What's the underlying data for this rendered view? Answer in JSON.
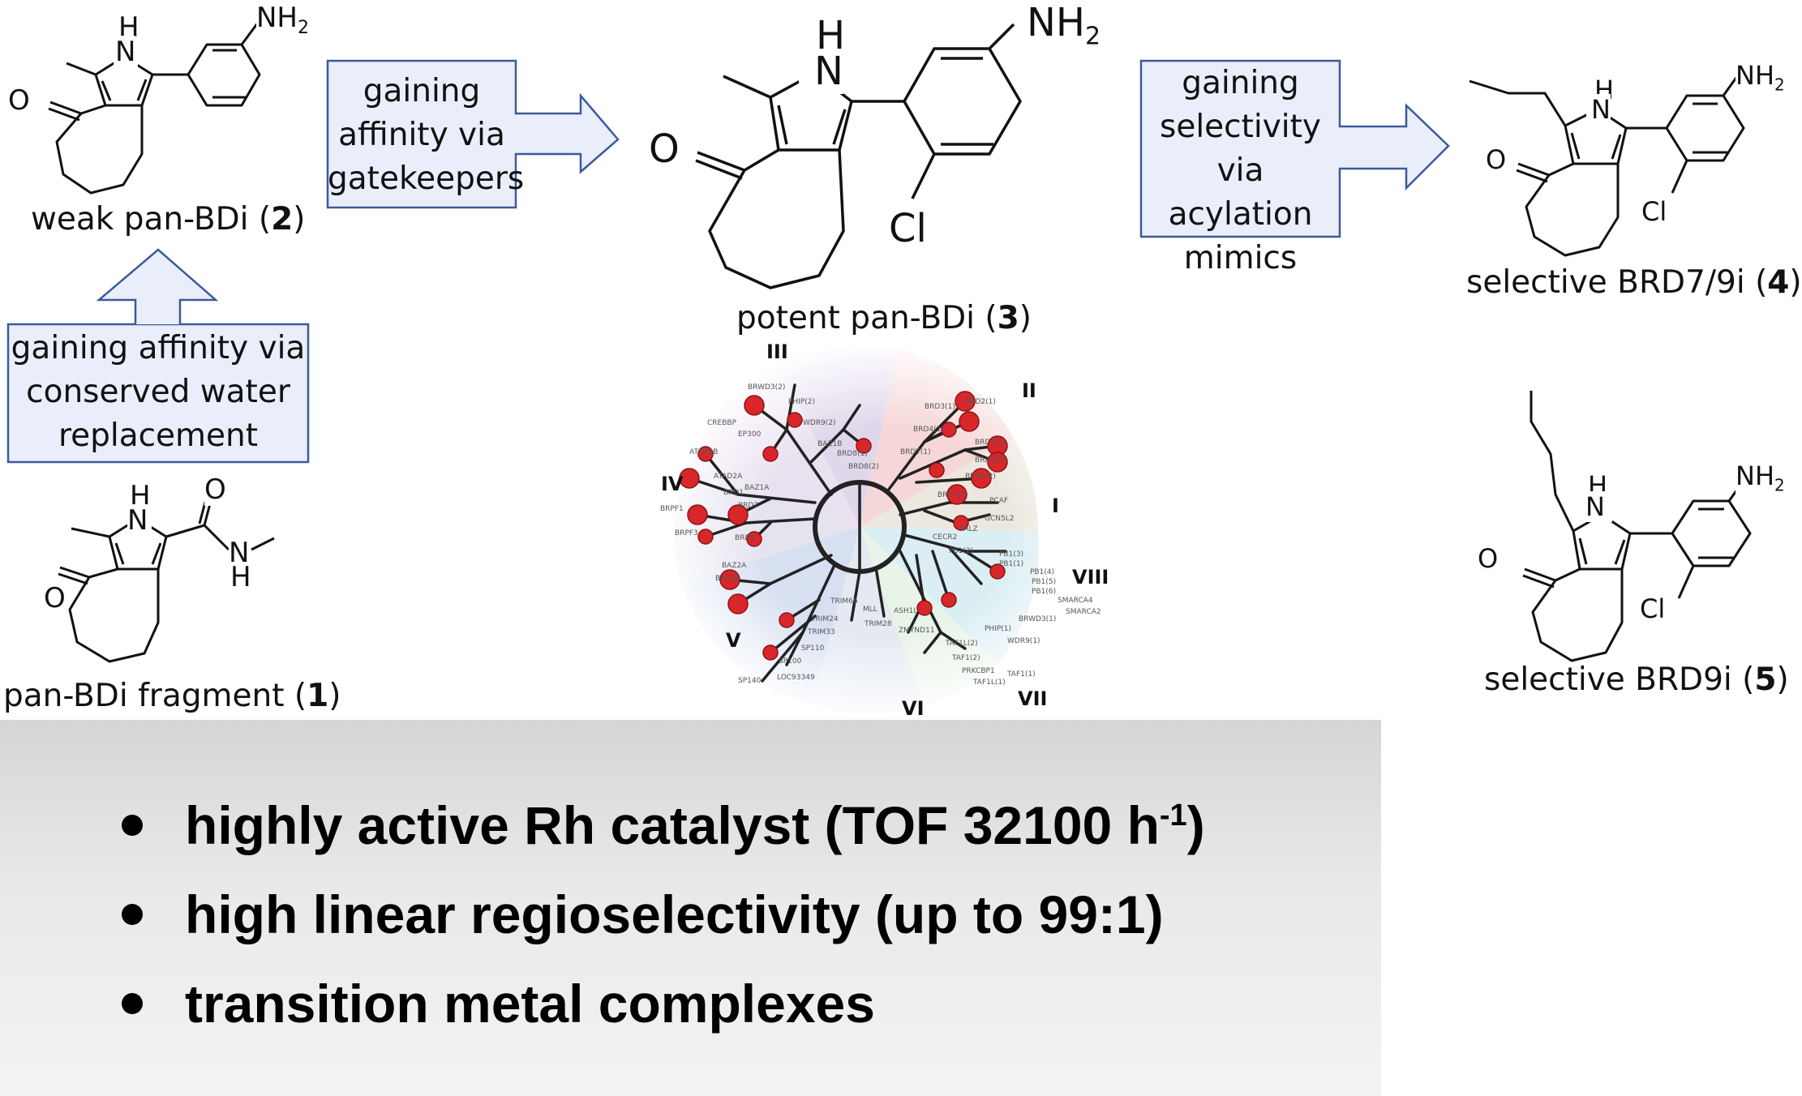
{
  "compounds": {
    "c1": {
      "label_prefix": "pan-BDi fragment (",
      "number": "1",
      "label_suffix": ")"
    },
    "c2": {
      "label_prefix": "weak pan-BDi (",
      "number": "2",
      "label_suffix": ")"
    },
    "c3": {
      "label_prefix": "potent pan-BDi (",
      "number": "3",
      "label_suffix": ")"
    },
    "c4": {
      "label_prefix": "selective BRD7/9i (",
      "number": "4",
      "label_suffix": ")"
    },
    "c5": {
      "label_prefix": "selective BRD9i (",
      "number": "5",
      "label_suffix": ")"
    }
  },
  "atoms": {
    "H": "H",
    "N": "N",
    "O": "O",
    "Cl": "Cl",
    "NH2": "NH",
    "sub2": "2"
  },
  "arrows": {
    "water": [
      "gaining affinity via",
      "conserved water",
      "replacement"
    ],
    "gatekeepers": [
      "gaining",
      "affinity via",
      "gatekeepers"
    ],
    "acylation": [
      "gaining",
      "selectivity",
      "via acylation",
      "mimics"
    ]
  },
  "tree": {
    "groups": [
      "III",
      "II",
      "IV",
      "I",
      "VIII",
      "V",
      "VI",
      "VII"
    ],
    "leaves": [
      "BRWD3(2)",
      "PHIP(2)",
      "WDR9(2)",
      "CREBBP",
      "EP300",
      "BAZ1B",
      "BRD8(1)",
      "BRD8(2)",
      "ATAD2B",
      "ATAD2A",
      "BAZ1A",
      "BRD1",
      "BRD7",
      "BRPF1",
      "BRPF3",
      "BRD9",
      "BRD3(1)",
      "BRD2(1)",
      "BRD4(1)",
      "BRD2(2)",
      "BRD3(2)",
      "BRD4(2)",
      "BRDT(1)",
      "BRDT(2)",
      "PCAF",
      "GCN5L2",
      "FALZ",
      "CECR2",
      "PB1(2)",
      "PB1(3)",
      "PB1(1)",
      "PB1(4)",
      "PB1(5)",
      "PB1(6)",
      "SMARCA4",
      "SMARCA2",
      "BRWD3(1)",
      "PHIP(1)",
      "WDR9(1)",
      "BAZ2A",
      "BAZ2B",
      "TRIM66",
      "TRIM24",
      "TRIM33",
      "SP110",
      "SP100",
      "SP140",
      "LOC93349",
      "MLL",
      "TRIM28",
      "ASH1L",
      "ZMYND11",
      "TAF1L(2)",
      "TAF1(2)",
      "PRKCBP1",
      "TAF1L(1)",
      "TAF1(1)"
    ]
  },
  "bullets": [
    {
      "text": "highly active Rh catalyst (TOF 32100 h",
      "sup": "-1",
      "tail": ")"
    },
    {
      "text": "high linear regioselectivity (up to 99:1)",
      "sup": "",
      "tail": ""
    },
    {
      "text": "transition metal complexes",
      "sup": "",
      "tail": ""
    }
  ],
  "colors": {
    "arrow_fill": "#e9eefa",
    "arrow_stroke": "#3b5a9a",
    "bullet_panel": "#dedede",
    "dot": "#d9262b"
  }
}
